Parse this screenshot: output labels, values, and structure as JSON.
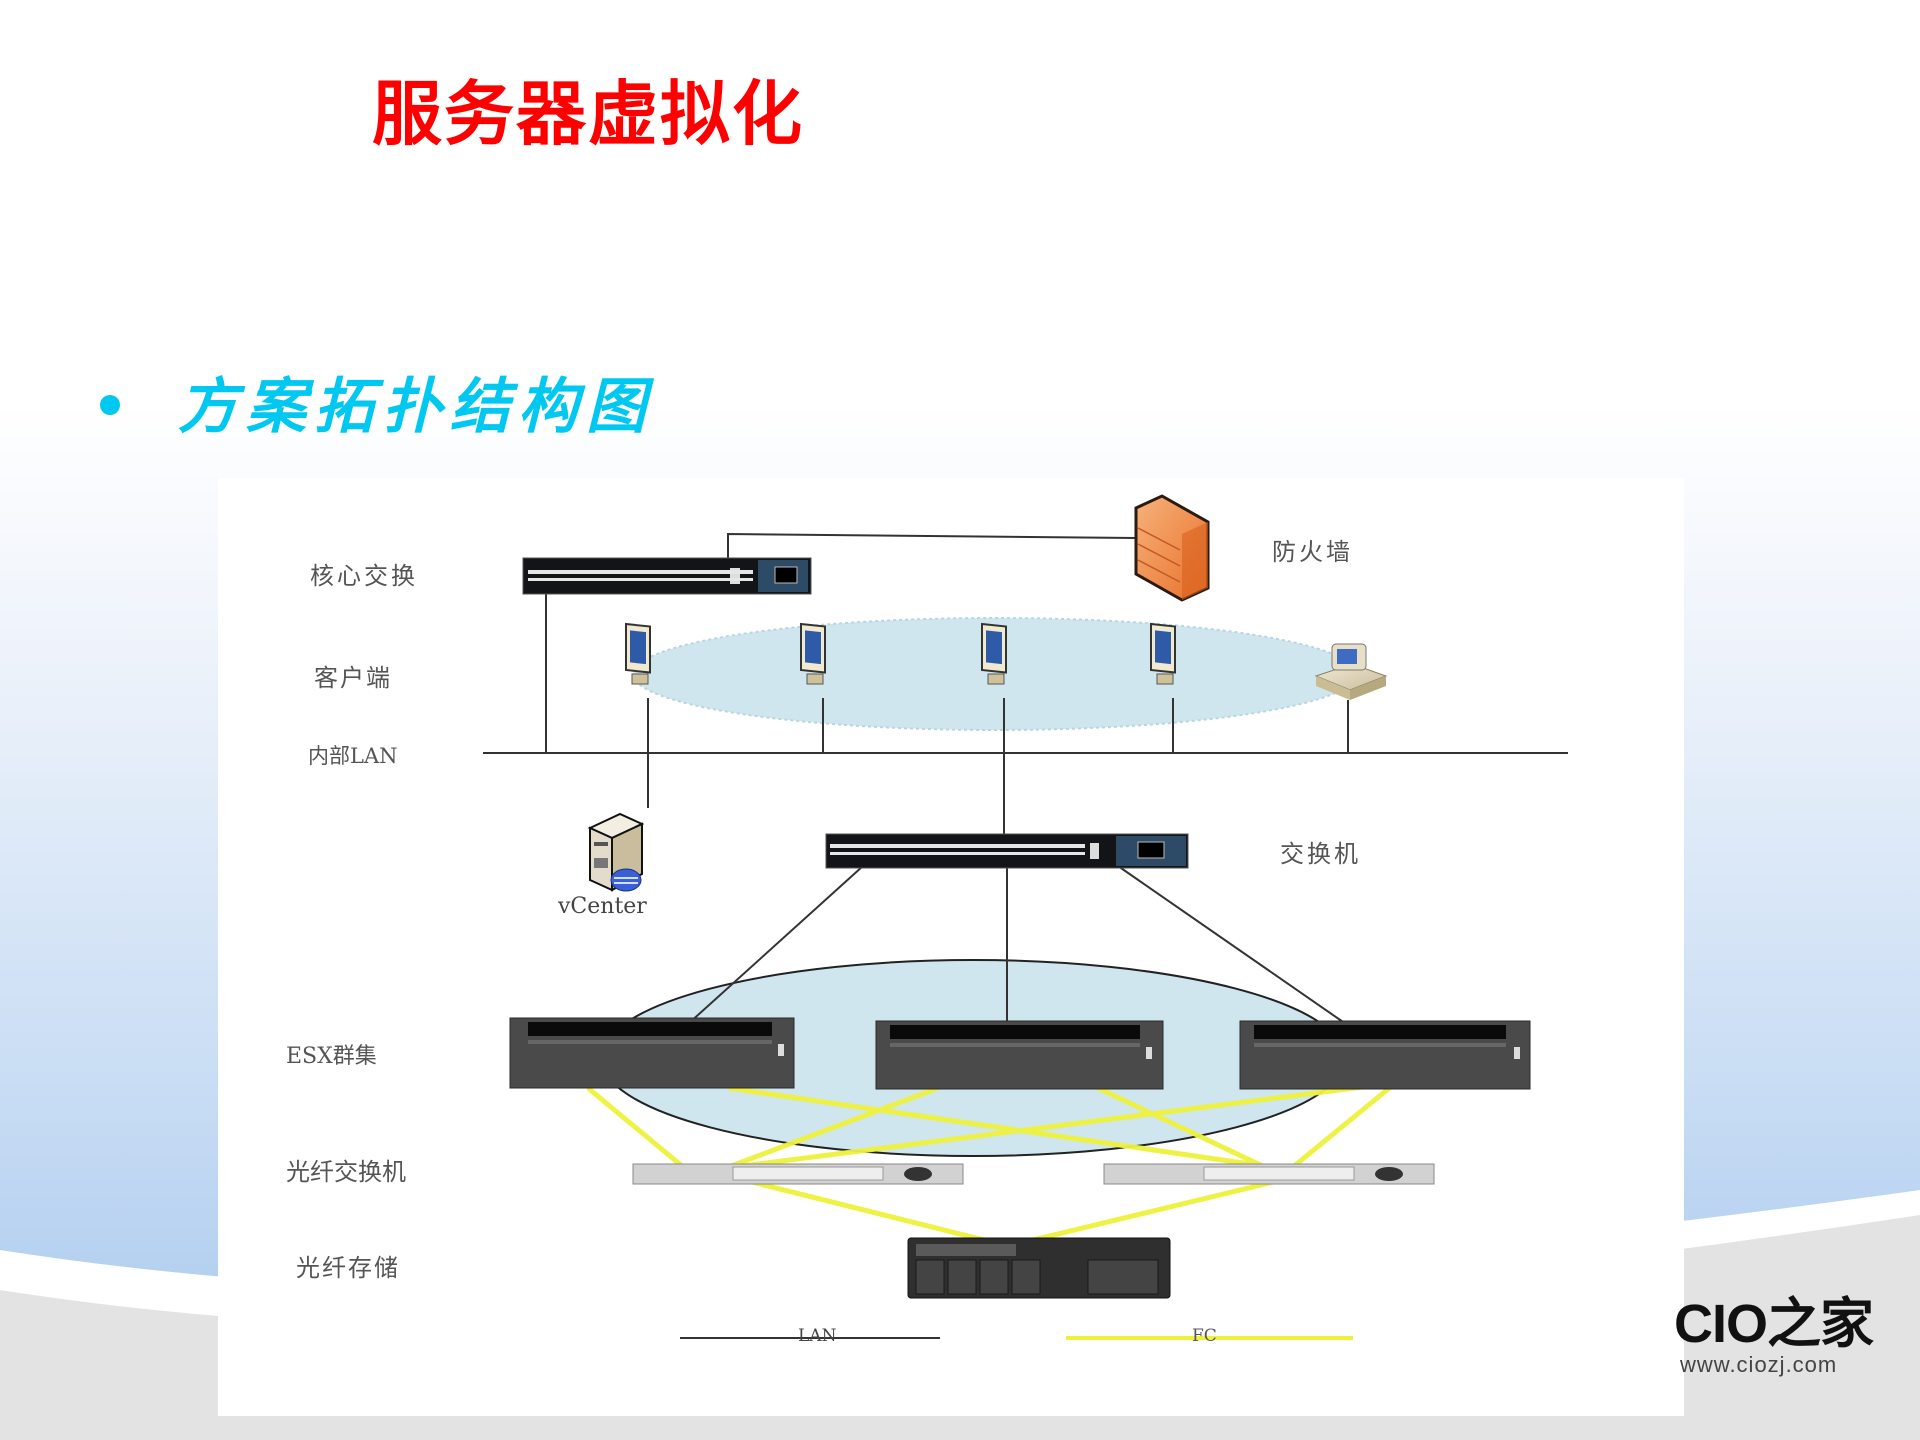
{
  "slide": {
    "title": "服务器虚拟化",
    "bullet": "方案拓扑结构图",
    "colors": {
      "title": "#ff0000",
      "bullet": "#00c8f0",
      "lan_line": "#333333",
      "fc_line": "#eef23a",
      "cluster_fill": "#cde6ef"
    }
  },
  "diagram": {
    "labels": {
      "core_switch": "核心交换",
      "firewall": "防火墙",
      "clients": "客户端",
      "internal_lan": "内部LAN",
      "vcenter": "vCenter",
      "switch": "交换机",
      "esx_cluster": "ESX群集",
      "fc_switch": "光纤交换机",
      "fc_storage": "光纤存储"
    },
    "legend": {
      "lan": "LAN",
      "fc": "FC"
    },
    "nodes": {
      "clients": [
        "monitor-icon",
        "monitor-icon",
        "monitor-icon",
        "monitor-icon",
        "desktop-pc-icon"
      ],
      "esx_hosts": [
        "server-rack-icon",
        "server-rack-icon",
        "server-rack-icon"
      ],
      "fc_switches": [
        "fc-switch-icon",
        "fc-switch-icon"
      ]
    }
  },
  "logo": {
    "name": "CIO之家",
    "url": "www.ciozj.com"
  }
}
